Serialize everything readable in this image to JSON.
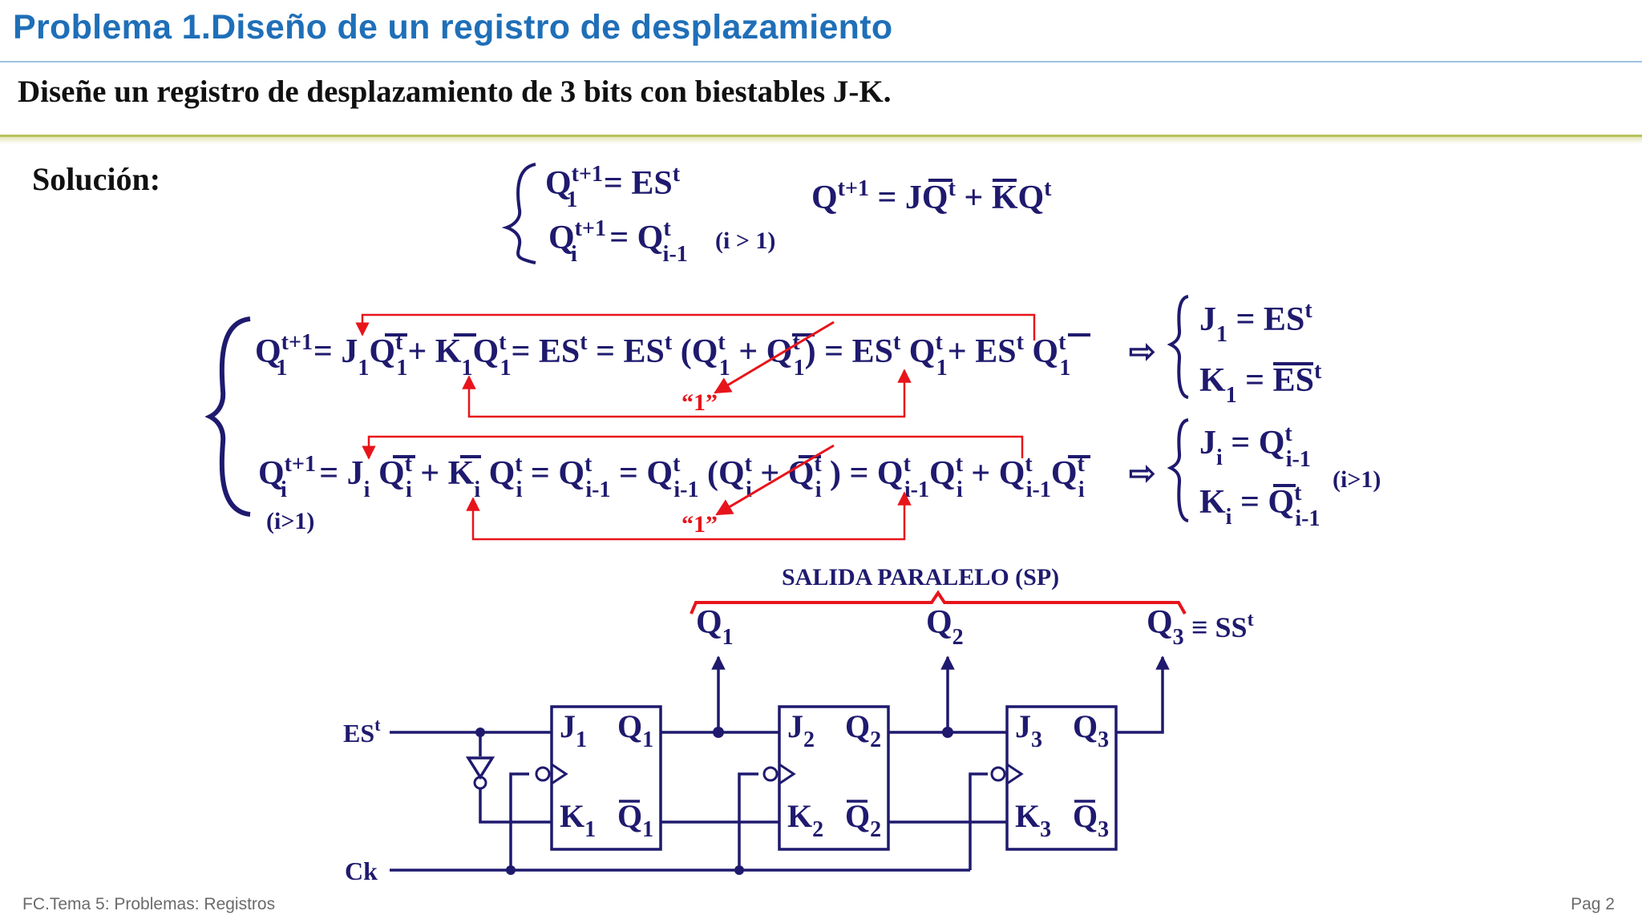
{
  "title": "Problema 1.Diseño de un registro de desplazamiento",
  "statement": "Diseñe un registro de desplazamiento de 3 bits con biestables J-K.",
  "solucion_label": "Solución:",
  "cond_i_gt_1": "(i > 1)",
  "cond_i_gt_1_compact": "(i>1)",
  "one_label": "“1”",
  "implies": "⇨",
  "salida_paralelo": "SALIDA PARALELO (SP)",
  "inputs": {
    "es": "ES",
    "ck": "Ck"
  },
  "ss_equiv": "≡ SS",
  "footer": {
    "left": "FC.Tema 5: Problemas: Registros",
    "right": "Pag 2"
  },
  "flipflops": [
    {
      "j": "J",
      "k": "K",
      "q": "Q",
      "idx": "1"
    },
    {
      "j": "J",
      "k": "K",
      "q": "Q",
      "idx": "2"
    },
    {
      "j": "J",
      "k": "K",
      "q": "Q",
      "idx": "3"
    }
  ],
  "outputs": [
    {
      "q": "Q",
      "idx": "1"
    },
    {
      "q": "Q",
      "idx": "2"
    },
    {
      "q": "Q",
      "idx": "3"
    }
  ],
  "colors": {
    "title": "#1f6fb8",
    "ink": "#1f1a6e",
    "red": "#e8141b"
  }
}
